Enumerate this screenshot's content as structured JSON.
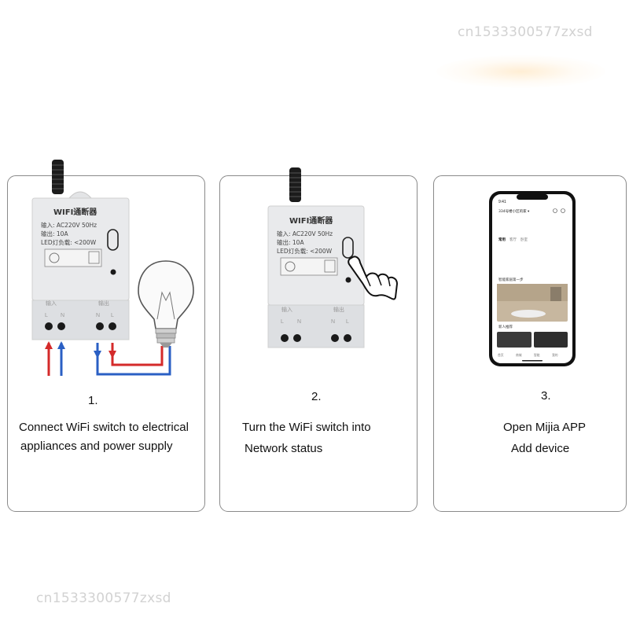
{
  "watermark": "cn1533300577zxsd",
  "device_label": {
    "title": "WIFI通断器",
    "input": "输入: AC220V 50Hz",
    "output": "输出: 10A",
    "led_load": "LED灯负载: <200W",
    "port_left": "输入",
    "port_right": "输出"
  },
  "phone": {
    "time": "9:41",
    "home_title": "334号楼小区的家 ▾",
    "tabs": [
      "常用",
      "客厅",
      "卧室"
    ],
    "banner_caption": "智能家居第一步",
    "section": "新人推荐",
    "nav": [
      "首页",
      "商城",
      "智能",
      "我的"
    ]
  },
  "steps": [
    {
      "number": "1.",
      "lines": [
        "Connect WiFi switch to electrical",
        "appliances and power supply"
      ]
    },
    {
      "number": "2.",
      "lines": [
        "Turn the WiFi switch into",
        "Network status"
      ]
    },
    {
      "number": "3.",
      "lines": [
        "Open Mijia APP",
        "Add device"
      ]
    }
  ],
  "colors": {
    "panel_border": "#8a8a8a",
    "device_body": "#e9eaec",
    "wire_red": "#d42a2a",
    "wire_blue": "#2a5fc4",
    "watermark": "#d2d2d2"
  }
}
